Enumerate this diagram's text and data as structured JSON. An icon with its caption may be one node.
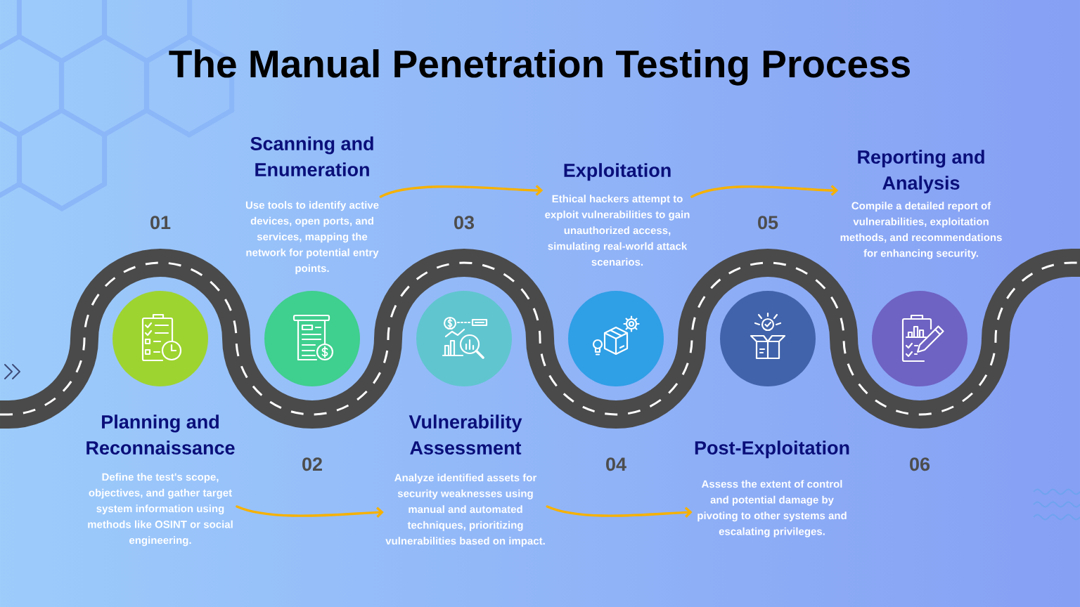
{
  "diagram": {
    "title": "The Manual Penetration Testing Process",
    "nodes": [
      {
        "text": [],
        "shape": "circle",
        "beside": [
          "01"
        ]
      },
      {
        "text": [
          "Planning and Reconnaissance",
          "Define the test's scope, objectives, and gather target system information using methods like OSINT or social engineering."
        ]
      },
      {
        "text": [],
        "shape": "circle",
        "beside": [
          "02"
        ]
      },
      {
        "text": [
          "Scanning and Enumeration",
          "Use tools to identify active devices, open ports, and services, mapping the network for potential entry points."
        ]
      },
      {
        "text": [],
        "shape": "circle",
        "beside": [
          "03"
        ]
      },
      {
        "text": [
          "Vulnerability Assessment",
          "Analyze identified assets for security weaknesses using manual and automated techniques, prioritizing vulnerabilities based on impact."
        ]
      },
      {
        "text": [],
        "shape": "circle",
        "beside": [
          "04"
        ]
      },
      {
        "text": [
          "Exploitation",
          "Ethical hackers attempt to exploit vulnerabilities to gain unauthorized access, simulating real-world attack scenarios."
        ]
      },
      {
        "text": [],
        "shape": "circle",
        "beside": [
          "05"
        ]
      },
      {
        "text": [
          "Post-Exploitation",
          "Assess the extent of control and potential damage by pivoting to other systems and escalating privileges."
        ]
      },
      {
        "text": [],
        "shape": "circle",
        "beside": [
          "06"
        ]
      },
      {
        "text": [
          "Reporting and Analysis",
          "Compile a detailed report of vulnerabilities, exploitation methods, and recommendations for enhancing security."
        ]
      }
    ],
    "edges": [
      {
        "from": 1,
        "to": 5,
        "arrow": "to"
      },
      {
        "from": 3,
        "to": 7,
        "arrow": "to"
      },
      {
        "from": 5,
        "to": 9,
        "arrow": "to"
      },
      {
        "from": 7,
        "to": 11,
        "arrow": "to"
      }
    ]
  }
}
